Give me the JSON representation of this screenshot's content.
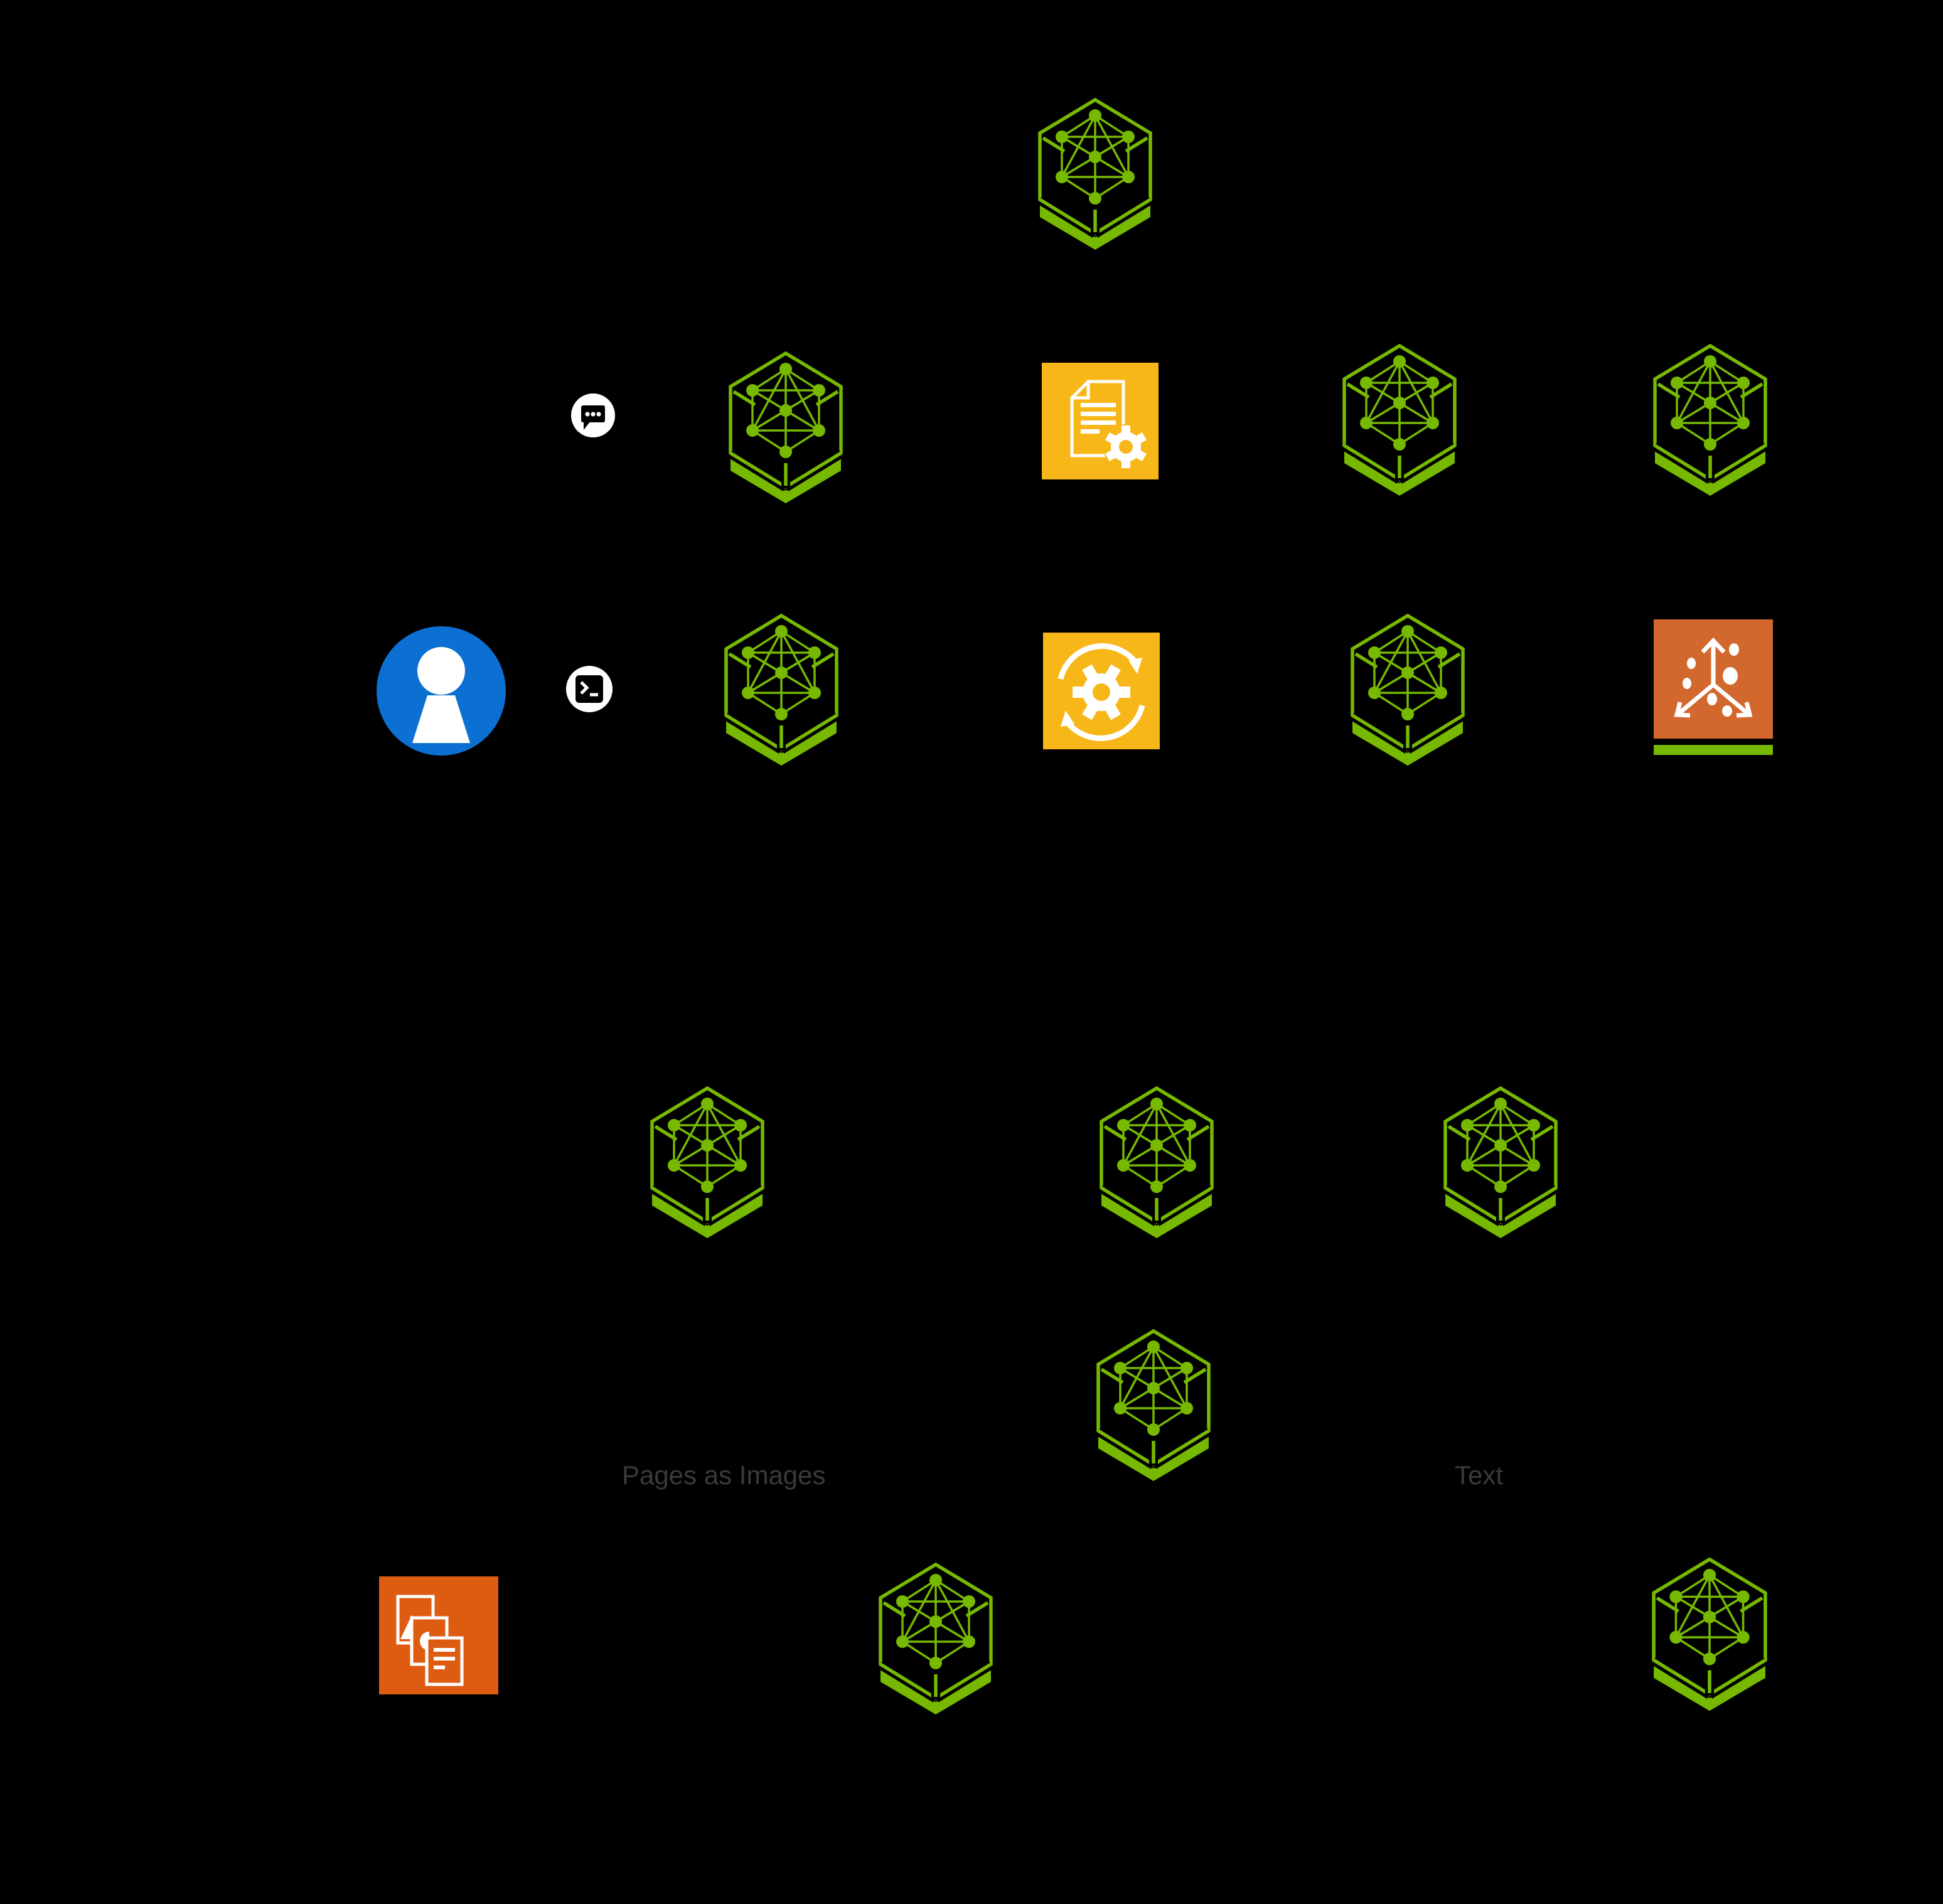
{
  "canvas": {
    "background": "#000000"
  },
  "colors": {
    "nvidia_green": "#76B900",
    "yellow": "#F8B718",
    "orange_scatter": "#D2682E",
    "orange_docs": "#DE5C12",
    "blue": "#0C70D2",
    "label_gray": "#3A3A3A",
    "white": "#FFFFFF",
    "black": "#000000"
  },
  "labels": {
    "pages_as_images": "Pages as Images",
    "text": "Text"
  },
  "icons": {
    "nim_cube": "nvidia-nim-cube",
    "chat": "chat-bubble",
    "terminal": "terminal-prompt",
    "person": "user-avatar",
    "doc_gear": "document-processing",
    "sync_gear": "gear-sync",
    "scatter": "vector-store-3d-scatter",
    "multi_docs": "multimodal-documents"
  }
}
